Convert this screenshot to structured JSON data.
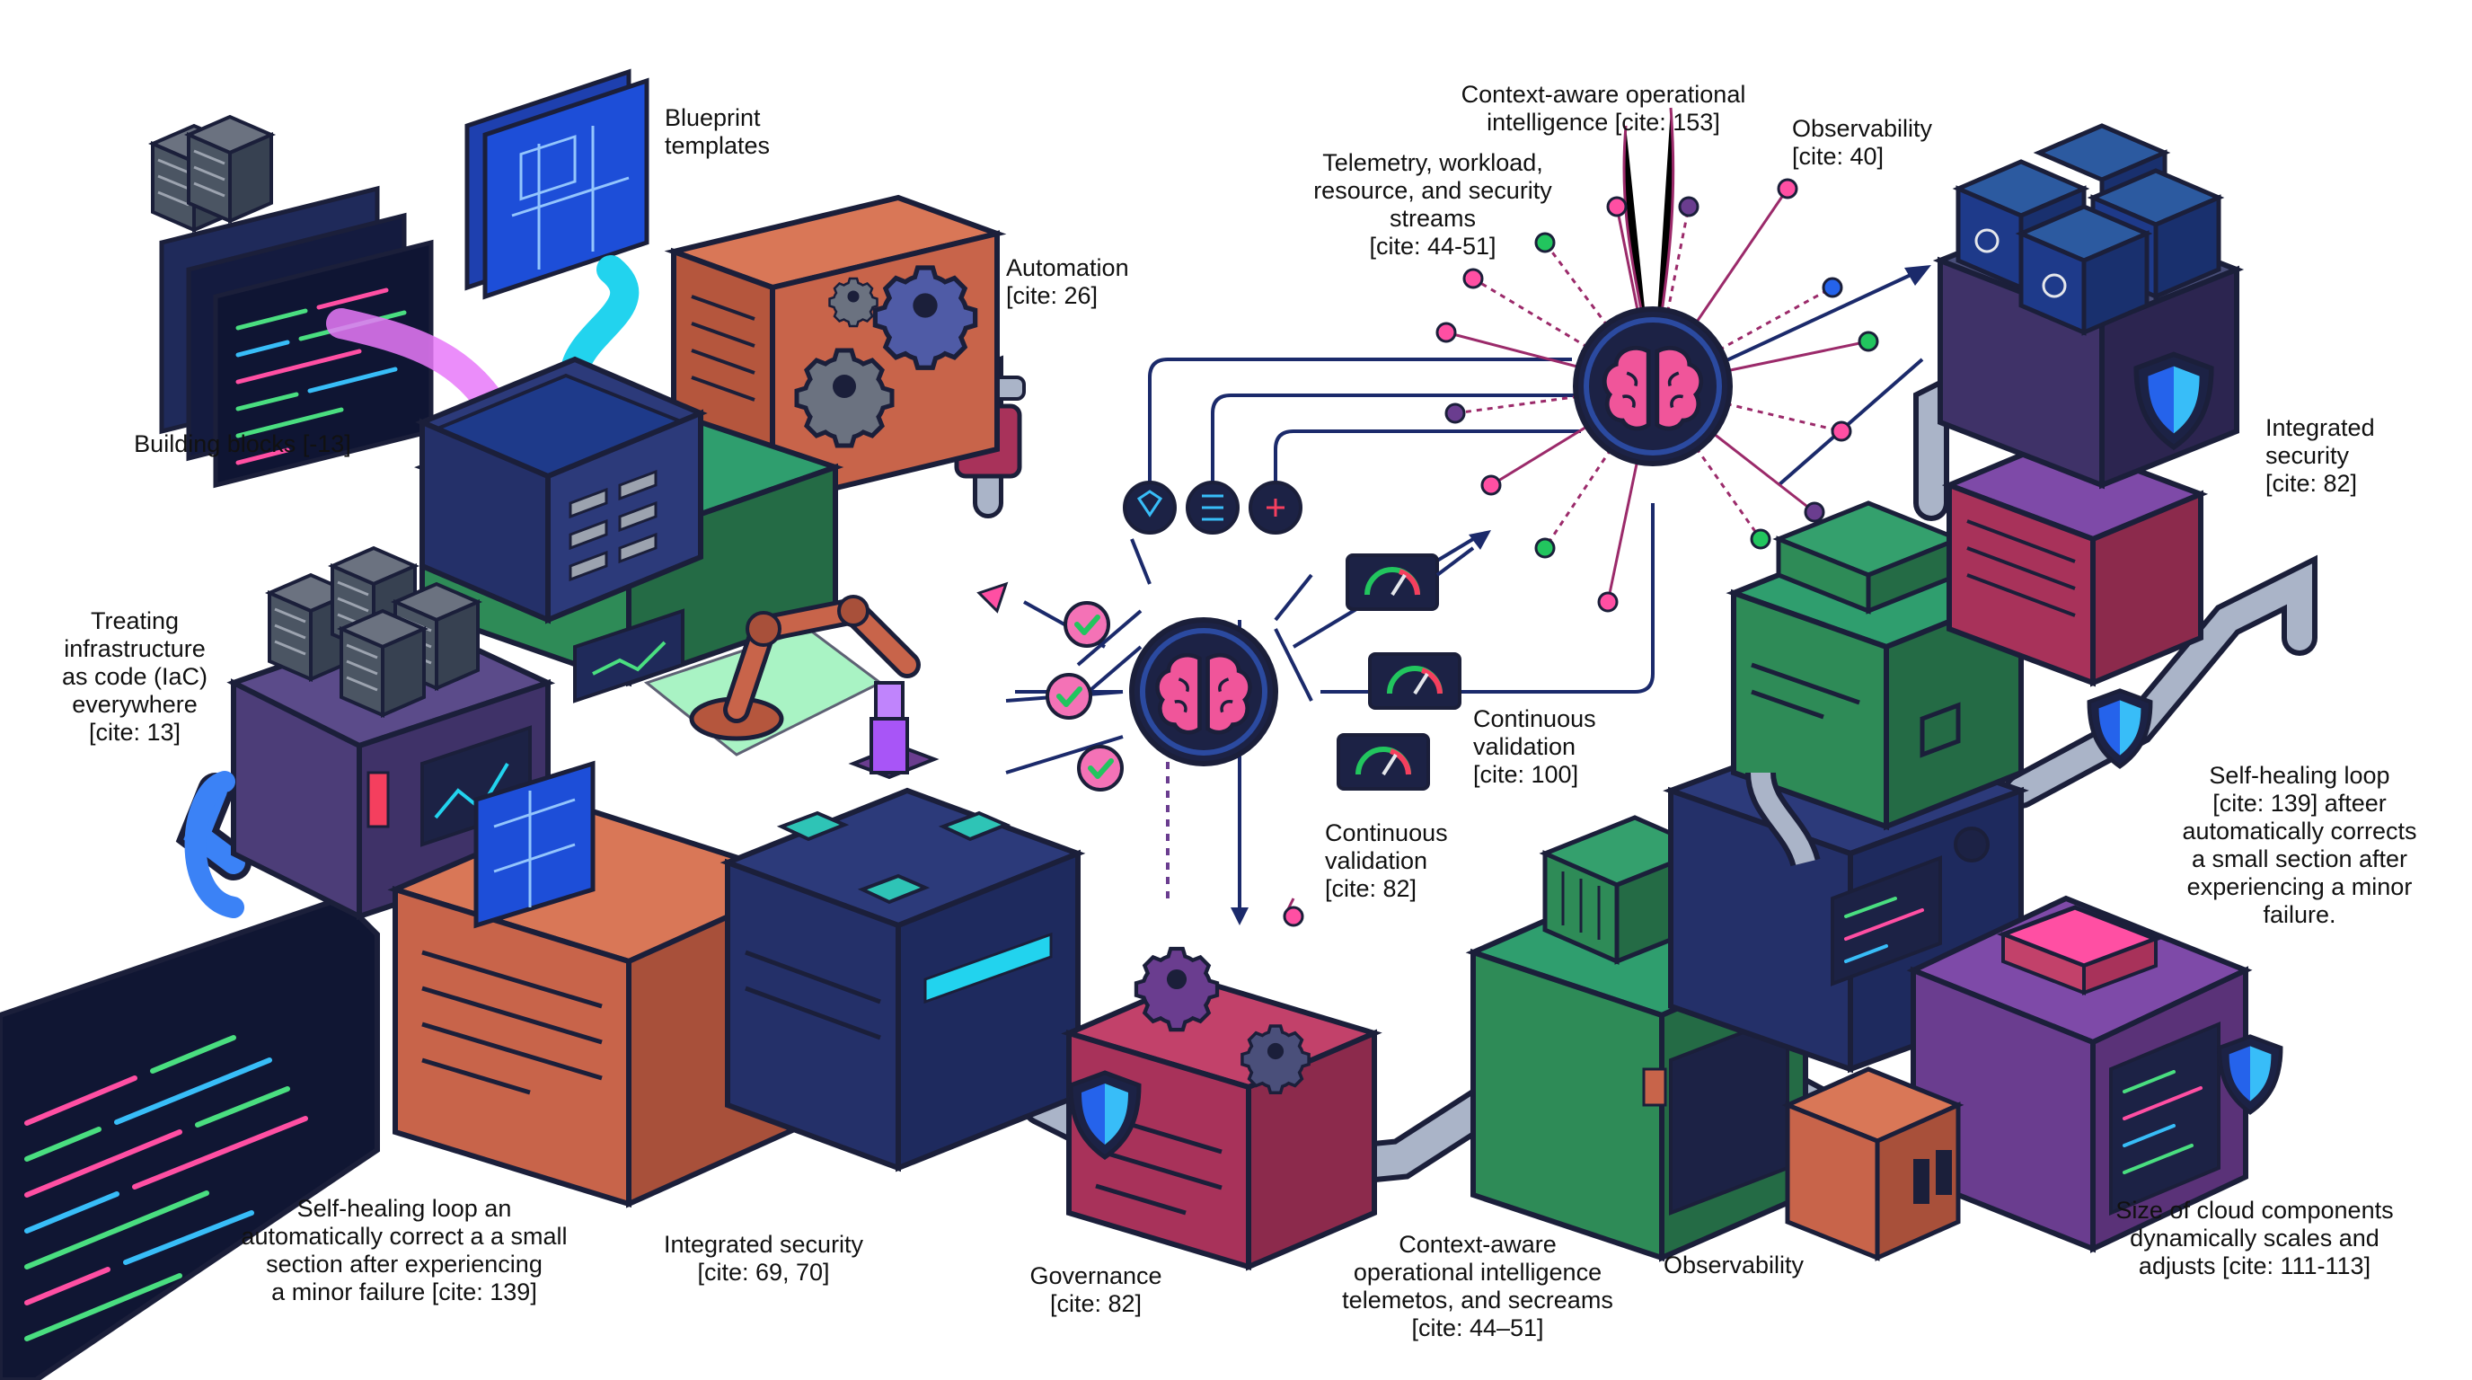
{
  "labels": {
    "building_blocks": "Building blocks [-13]",
    "blueprint_templates": "Blueprint\ntemplates",
    "automation": "Automation\n[cite: 26]",
    "treating_iac": "Treating\ninfrastructure\nas code (IaC)\neverywhere\n[cite: 13]",
    "context_aware_top": "Context-aware operational\nintelligence [cite: 153]",
    "observability_top": "Observability\n[cite: 40]",
    "telemetry_streams": "Telemetry, workload,\nresource, and security\nstreams\n[cite: 44-51]",
    "integrated_security_right": "Integrated\nsecurity\n[cite: 82]",
    "continuous_validation_100": "Continuous\nvalidation\n[cite: 100]",
    "continuous_validation_82": "Continuous\nvalidation\n[cite: 82]",
    "self_healing_right": "Self-healing loop\n[cite: 139] afteer\nautomatically corrects\na small section after\nexperiencing a minor\nfailure.",
    "self_healing_left": "Self-healing loop an\nautomatically correct a a small\nsection after experiencing\na minor failure [cite: 139]",
    "integrated_security_bottom": "Integrated security\n[cite: 69, 70]",
    "governance": "Governance\n[cite: 82]",
    "context_aware_bottom": "Context-aware\noperational intelligence\ntelemetos, and secreams\n[cite: 44–51]",
    "observability_bottom": "Observability",
    "size_of_cloud": "Size of cloud components\ndynamically scales and\nadjusts [cite: 111-113]"
  },
  "pipe_tag_text": "№",
  "colors": {
    "outline": "#1b1f3a",
    "orange": "#c8644a",
    "green": "#2e8b57",
    "navy": "#2c3a7a",
    "purple": "#6a3d8f",
    "magenta": "#a8325a",
    "slate": "#4a4f7a",
    "pipe": "#aab4c8",
    "brain": "#f0559a",
    "hub": "#1c2245",
    "ring": "#2b4aa0",
    "teal": "#2ec4b6",
    "check": "#22c55e",
    "code_pink": "#ff4fa3",
    "code_green": "#4ade80",
    "code_cyan": "#38bdf8",
    "arrow_pink": "#e879f9",
    "arrow_cyan": "#22d3ee",
    "shield": "#38bdf8"
  },
  "icons": [
    "brain-icon",
    "checkmark-icon",
    "gauge-icon",
    "gear-icon",
    "shield-icon",
    "kubernetes-icon",
    "server-rack-icon",
    "blueprint-icon",
    "code-window-icon",
    "network-node-icon",
    "robot-arm-icon",
    "pipe-icon"
  ]
}
